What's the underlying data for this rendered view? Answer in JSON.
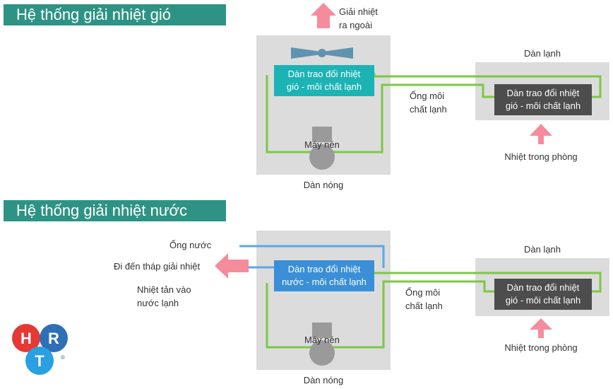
{
  "air_system": {
    "title": "Hệ thống giải nhiệt gió",
    "heat_out_label": "Giải nhiệt\nra ngoài",
    "condenser_exchanger": "Dàn trao đổi nhiệt\ngió - môi chất lạnh",
    "compressor_label": "Máy nén",
    "outdoor_unit_label": "Dàn nóng",
    "pipe_label": "Ống môi\nchất lạnh",
    "indoor_unit_label": "Dàn lạnh",
    "evaporator_exchanger": "Dàn trao đổi nhiệt\ngió - môi chất lạnh",
    "room_heat_label": "Nhiệt trong phòng"
  },
  "water_system": {
    "title": "Hệ thống giải nhiệt nước",
    "water_pipe_label": "Ống nước",
    "cooling_tower_label": "Đi đến tháp giải nhiệt",
    "heat_to_water_label": "Nhiệt tản vào\nnước lạnh",
    "condenser_exchanger": "Dàn trao đổi nhiệt\nnước - môi chất lạnh",
    "compressor_label": "Máy nén",
    "outdoor_unit_label": "Dàn nóng",
    "pipe_label": "Ống môi\nchất lạnh",
    "indoor_unit_label": "Dàn lạnh",
    "evaporator_exchanger": "Dàn trao đổi nhiệt\ngió - môi chất lạnh",
    "room_heat_label": "Nhiệt trong phòng"
  },
  "logo": {
    "letters": [
      "H",
      "R",
      "T"
    ],
    "mark": "®"
  },
  "colors": {
    "banner": "#2e9384",
    "panel": "#dcdcdc",
    "refrigerant_pipe": "#7ac943",
    "water_pipe": "#5aa9e6",
    "heat_arrow": "#f48c9c",
    "air_exchanger": "#1cb3b5",
    "water_exchanger": "#3a8fd6",
    "indoor_exchanger": "#4d4d4d",
    "compressor": "#9a9a9a"
  }
}
